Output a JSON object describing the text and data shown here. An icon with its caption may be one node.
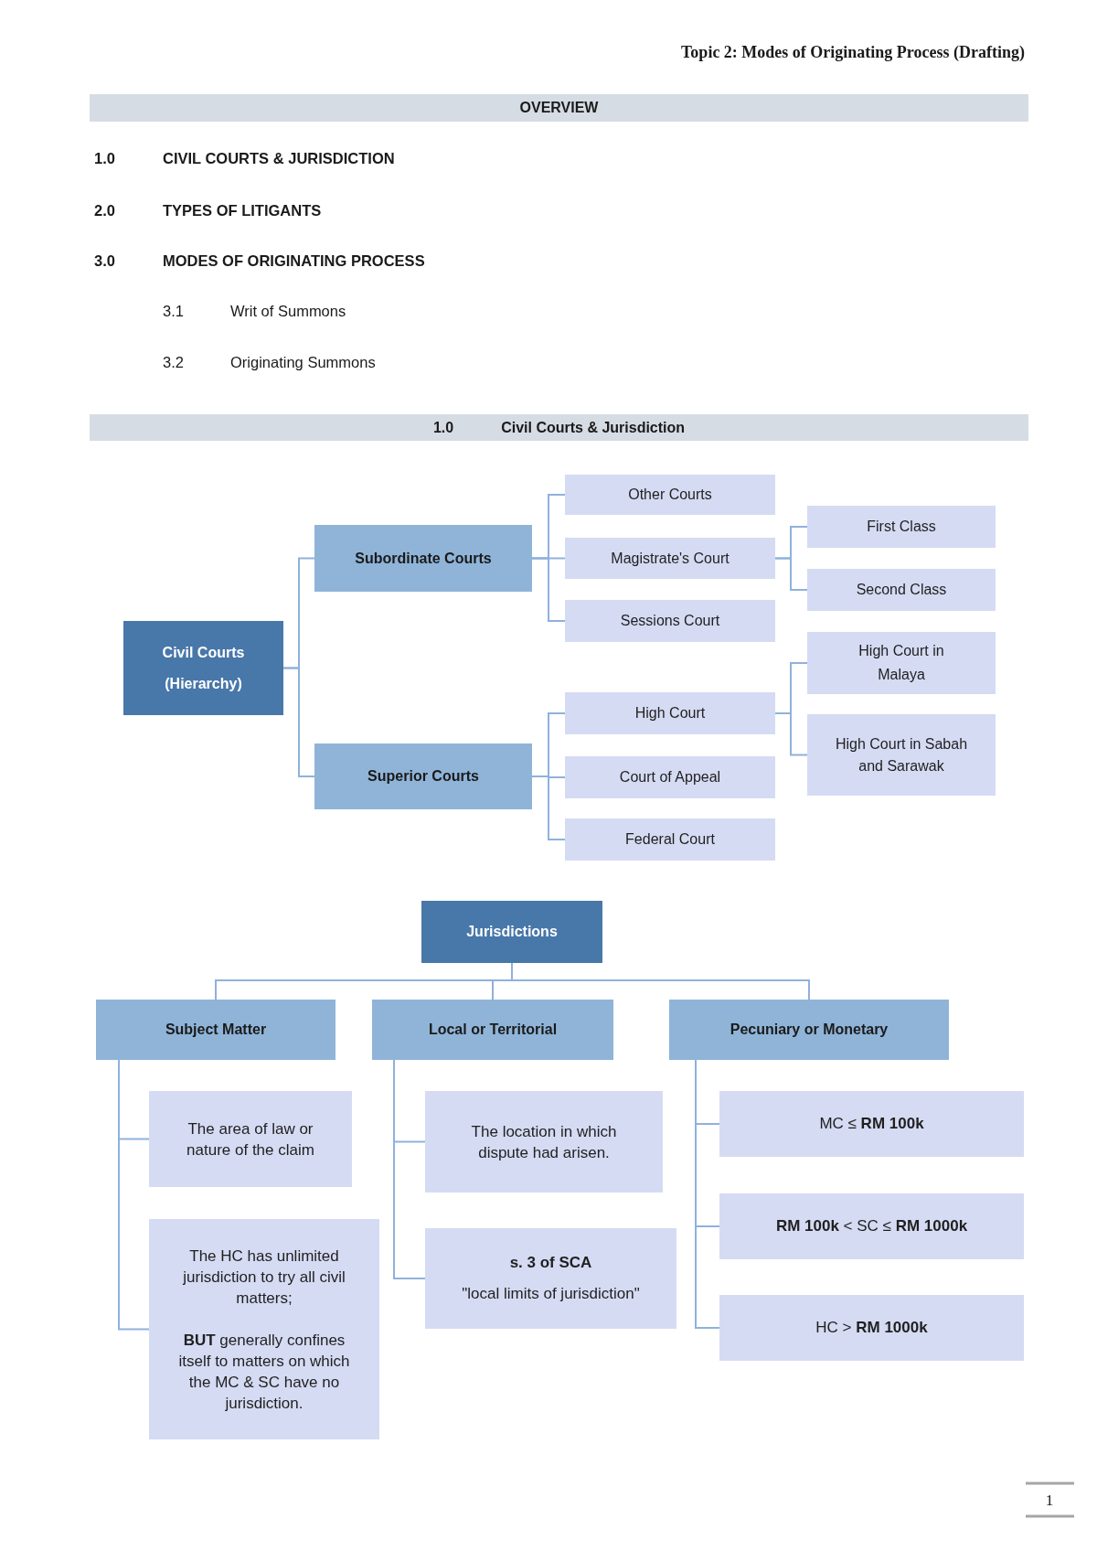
{
  "diagram": {
    "title": "Topic 2: Modes of Originating Process (Drafting)",
    "nodes": [
      {
        "text": [
          "OVERVIEW"
        ]
      },
      {
        "text": [
          "1.0",
          "Civil Courts & Jurisdiction"
        ]
      },
      {
        "text": [
          "Civil Courts (Hierarchy)"
        ]
      },
      {
        "text": [
          "Subordinate Courts"
        ]
      },
      {
        "text": [
          "Superior Courts"
        ]
      },
      {
        "text": [
          "Other Courts"
        ]
      },
      {
        "text": [
          "Magistrate's Court"
        ]
      },
      {
        "text": [
          "Sessions Court"
        ]
      },
      {
        "text": [
          "High Court"
        ]
      },
      {
        "text": [
          "Court of Appeal"
        ]
      },
      {
        "text": [
          "Federal Court"
        ]
      },
      {
        "text": [
          "First Class"
        ]
      },
      {
        "text": [
          "Second Class"
        ]
      },
      {
        "text": [
          "High Court in Malaya"
        ]
      },
      {
        "text": [
          "High Court in Sabah and Sarawak"
        ]
      },
      {
        "text": [
          "Jurisdictions"
        ]
      },
      {
        "text": [
          "Subject Matter"
        ]
      },
      {
        "text": [
          "Local or Territorial"
        ]
      },
      {
        "text": [
          "Pecuniary or Monetary"
        ]
      },
      {
        "text": [
          "The area of law or nature of the claim"
        ]
      },
      {
        "text": [
          "The HC has unlimited jurisdiction to try all civil matters;",
          "**BUT** generally confines itself to matters on which the MC & SC have no jurisdiction."
        ]
      },
      {
        "text": [
          "The location in which dispute had arisen."
        ]
      },
      {
        "text": [
          "s. 3 of SCA",
          "\"local limits of jurisdiction\""
        ]
      },
      {
        "text": [
          "MC ≤ **RM 100k**"
        ]
      },
      {
        "text": [
          "**RM 100k** < SC ≤ **RM 1000k**"
        ]
      },
      {
        "text": [
          "HC > **RM 1000k**"
        ]
      }
    ],
    "edges": [
      {
        "from": 2,
        "to": 3,
        "arrow": "none"
      },
      {
        "from": 2,
        "to": 4,
        "arrow": "none"
      },
      {
        "from": 3,
        "to": 5,
        "arrow": "none"
      },
      {
        "from": 3,
        "to": 6,
        "arrow": "none"
      },
      {
        "from": 3,
        "to": 7,
        "arrow": "none"
      },
      {
        "from": 4,
        "to": 8,
        "arrow": "none"
      },
      {
        "from": 4,
        "to": 9,
        "arrow": "none"
      },
      {
        "from": 4,
        "to": 10,
        "arrow": "none"
      },
      {
        "from": 6,
        "to": 11,
        "arrow": "none"
      },
      {
        "from": 6,
        "to": 12,
        "arrow": "none"
      },
      {
        "from": 8,
        "to": 13,
        "arrow": "none"
      },
      {
        "from": 8,
        "to": 14,
        "arrow": "none"
      },
      {
        "from": 15,
        "to": 16,
        "arrow": "none"
      },
      {
        "from": 15,
        "to": 17,
        "arrow": "none"
      },
      {
        "from": 15,
        "to": 18,
        "arrow": "none"
      },
      {
        "from": 16,
        "to": 19,
        "arrow": "none"
      },
      {
        "from": 16,
        "to": 20,
        "arrow": "none"
      },
      {
        "from": 17,
        "to": 21,
        "arrow": "none"
      },
      {
        "from": 17,
        "to": 22,
        "arrow": "none"
      },
      {
        "from": 18,
        "to": 23,
        "arrow": "none"
      },
      {
        "from": 18,
        "to": 24,
        "arrow": "none"
      },
      {
        "from": 18,
        "to": 25,
        "arrow": "none"
      }
    ],
    "labels": [
      "1.0",
      "CIVIL COURTS & JURISDICTION",
      "2.0",
      "TYPES OF LITIGANTS",
      "3.0",
      "MODES OF ORIGINATING PROCESS",
      "3.1",
      "Writ of Summons",
      "3.2",
      "Originating Summons",
      "1"
    ]
  }
}
